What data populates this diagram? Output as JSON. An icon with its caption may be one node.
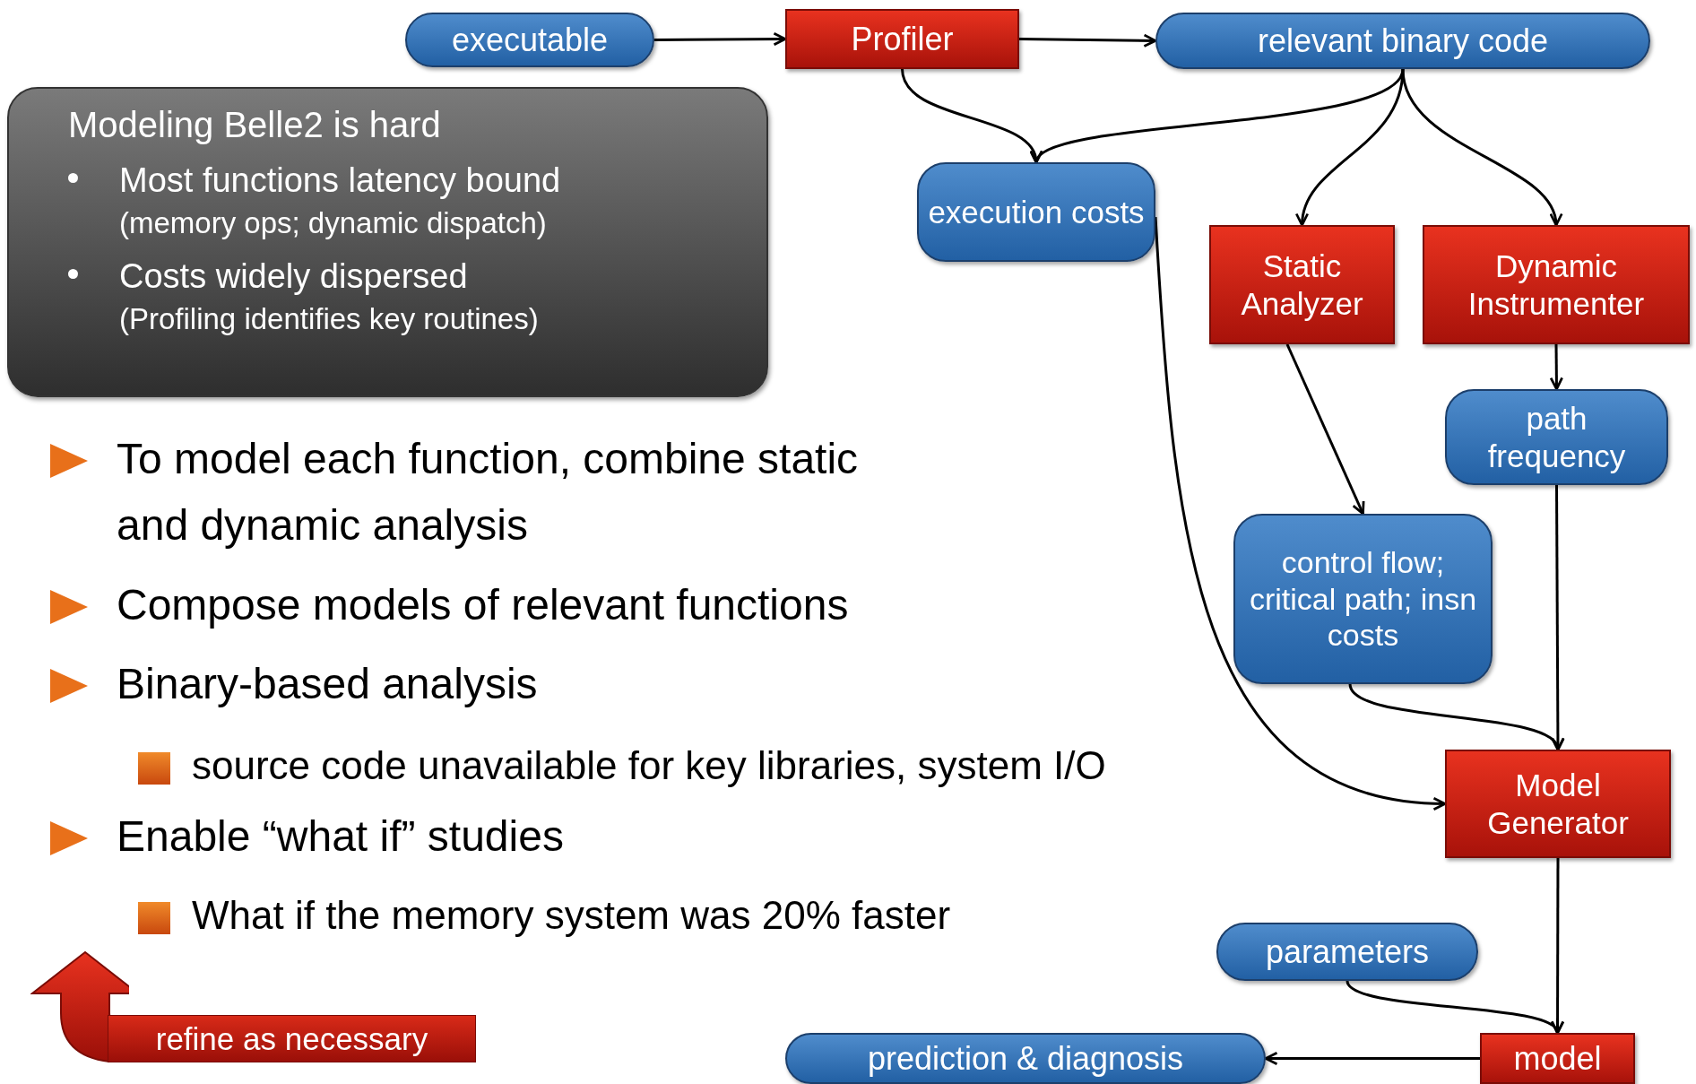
{
  "diagram": {
    "nodes": [
      {
        "text": [
          "executable"
        ]
      },
      {
        "text": [
          "Profiler"
        ]
      },
      {
        "text": [
          "relevant binary code"
        ]
      },
      {
        "text": [
          "Modeling Belle2 is hard",
          "Most functions latency bound",
          "(memory ops; dynamic dispatch)",
          "Costs widely dispersed",
          "(Profiling identifies key routines)"
        ]
      },
      {
        "text": [
          "execution costs"
        ]
      },
      {
        "text": [
          "Static Analyzer"
        ]
      },
      {
        "text": [
          "Dynamic Instrumenter"
        ]
      },
      {
        "text": [
          "path frequency"
        ]
      },
      {
        "text": [
          "control flow; critical path; insn costs"
        ]
      },
      {
        "text": [
          "Model Generator"
        ]
      },
      {
        "text": [
          "parameters"
        ]
      },
      {
        "text": [
          "model"
        ]
      },
      {
        "text": [
          "prediction & diagnosis"
        ]
      },
      {
        "text": [
          "refine as necessary"
        ]
      }
    ],
    "edges": [
      {
        "from": 0,
        "to": 1,
        "arrow": "to"
      },
      {
        "from": 1,
        "to": 2,
        "arrow": "to"
      },
      {
        "from": 1,
        "to": 4,
        "arrow": "to"
      },
      {
        "from": 2,
        "to": 4,
        "arrow": "to"
      },
      {
        "from": 2,
        "to": 5,
        "arrow": "to"
      },
      {
        "from": 2,
        "to": 6,
        "arrow": "to"
      },
      {
        "from": 6,
        "to": 7,
        "arrow": "to"
      },
      {
        "from": 5,
        "to": 8,
        "arrow": "to"
      },
      {
        "from": 4,
        "to": 9,
        "arrow": "to"
      },
      {
        "from": 8,
        "to": 9,
        "arrow": "to"
      },
      {
        "from": 7,
        "to": 9,
        "arrow": "to"
      },
      {
        "from": 9,
        "to": 11,
        "arrow": "to"
      },
      {
        "from": 10,
        "to": 11,
        "arrow": "to"
      },
      {
        "from": 11,
        "to": 12,
        "arrow": "to"
      }
    ],
    "labels": [
      "To model each function, combine static and dynamic analysis",
      "Compose models of relevant functions",
      "Binary-based analysis",
      "source code unavailable for key libraries, system I/O",
      "Enable “what if” studies",
      "What if the memory system was 20% faster"
    ]
  }
}
